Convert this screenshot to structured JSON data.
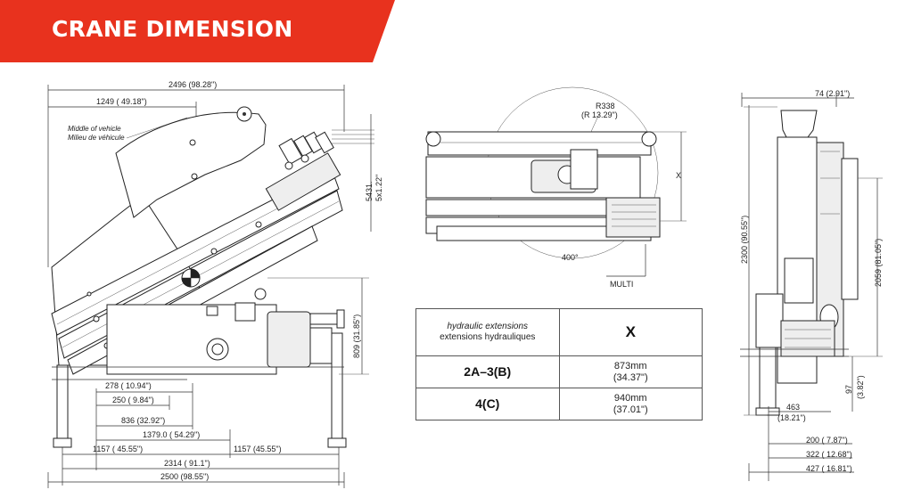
{
  "header": {
    "title": "CRANE DIMENSION",
    "bg_color": "#e8321e"
  },
  "side_view": {
    "middle_of_vehicle_en": "Middle of vehicle",
    "middle_of_vehicle_fr": "Milieu de véhicule",
    "dims": {
      "total_top": "2496   (98.28\")",
      "half_top": "1249  ( 49.18\")",
      "boom_ext": "5x1.22\"",
      "boom_ext_small": "5431.",
      "base_height": "809   (31.85\")",
      "d278": "278 (   10.94\")",
      "d250": "250 (   9.84\")",
      "d836": "836 (32.92\")",
      "d1379": "1379.0 (   54.29\")",
      "d1157_left": "1157   (   45.55\")",
      "d1157_right": "1157   (45.55\")",
      "d2314": "2314   (   91.1\")",
      "d2500": "2500   (98.55\")"
    }
  },
  "top_view": {
    "radius": "R338",
    "radius_in": "(R 13.29\")",
    "angle": "400°",
    "x_label": "X",
    "multi_label": "MULTI"
  },
  "table": {
    "header_label_en": "hydraulic extensions",
    "header_label_fr": "extensions hydrauliques",
    "header_x": "X",
    "rows": [
      {
        "model": "2A–3(B)",
        "mm": "873mm",
        "in": "(34.37\")"
      },
      {
        "model": "4(C)",
        "mm": "940mm",
        "in": "(37.01\")"
      }
    ]
  },
  "end_view": {
    "dims": {
      "top_width": "74  (2.91\")",
      "height_2300": "2300   (90.55\")",
      "height_2059": "2059   (81.05\")",
      "d463": "463",
      "d463_in": "(18.21\")",
      "d97": "97",
      "d97_in": "(3.82\")",
      "d200": "200   (  7.87\")",
      "d322": "322   ( 12.68\")",
      "d427": "427   (  16.81\")"
    }
  }
}
